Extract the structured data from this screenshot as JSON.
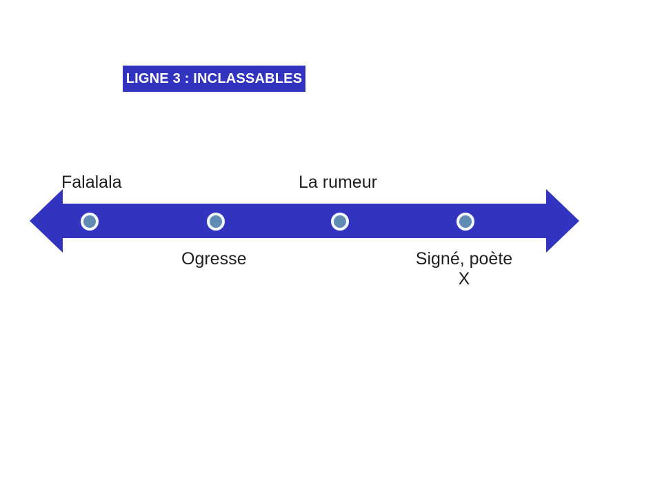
{
  "title": {
    "label": "LIGNE 3 : INCLASSABLES"
  },
  "colors": {
    "slide_bg": "#FFFFFF",
    "arrow_blue": "#3233BF",
    "title_blue": "#3233BF",
    "title_text": "#FFFFFF",
    "marker_fill": "#5F8CB4",
    "marker_ring": "#F5F8FB",
    "label_text": "#1F1F1F"
  },
  "timeline": {
    "shape": "double-headed-arrow",
    "marker_count": 4,
    "labels_above": {
      "falalala": "Falalala",
      "la_rumeur": "La rumeur"
    },
    "labels_below": {
      "ogresse": "Ogresse",
      "signe_poete_line1": "Signé, poète",
      "signe_poete_line2": "X"
    }
  }
}
